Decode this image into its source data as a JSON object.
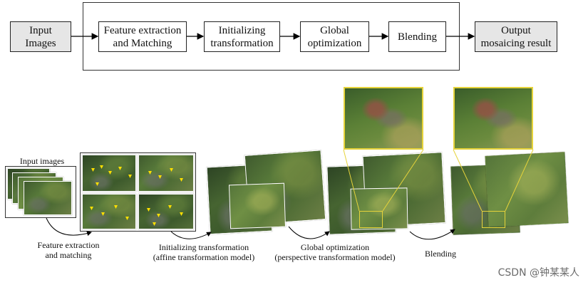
{
  "flowchart": {
    "input": [
      "Input",
      "Images"
    ],
    "feature": [
      "Feature extraction",
      "and Matching"
    ],
    "init": [
      "Initializing",
      "transformation"
    ],
    "global": [
      "Global",
      "optimization"
    ],
    "blending": "Blending",
    "output": [
      "Output",
      "mosaicing result"
    ]
  },
  "illustration": {
    "input_images_label": "Input images",
    "feature_caption": [
      "Feature extraction",
      "and matching"
    ],
    "init_caption": [
      "Initializing transformation",
      "(affine transformation model)"
    ],
    "global_caption": [
      "Global optimization",
      "(perspective transformation model)"
    ],
    "blending_caption": "Blending"
  },
  "watermark": "CSDN @钟某某人",
  "colors": {
    "highlight": "#e6d33a",
    "match_marker": "#ffe000",
    "grey_box": "#e6e6e6"
  }
}
